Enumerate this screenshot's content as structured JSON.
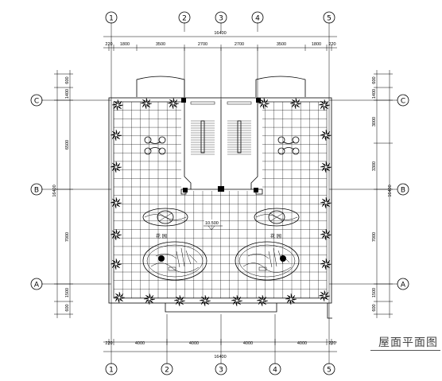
{
  "drawing": {
    "title": "屋面平面图",
    "axes_top": [
      "1",
      "2",
      "3",
      "4",
      "5"
    ],
    "axes_bottom": [
      "1",
      "2",
      "3",
      "4",
      "5"
    ],
    "axes_left": [
      "C",
      "B",
      "A"
    ],
    "axes_right": [
      "C",
      "B",
      "A"
    ],
    "dims_top_total": "16400",
    "dims_top": [
      "220",
      "1800",
      "3500",
      "2700",
      "2700",
      "3500",
      "1800",
      "220"
    ],
    "dims_bottom_total": "16400",
    "dims_bottom": [
      "220",
      "4000",
      "4000",
      "4000",
      "4000",
      "220"
    ],
    "dims_left_total": "16400",
    "dims_left": [
      "600",
      "1400",
      "6500",
      "7000",
      "1500",
      "600"
    ],
    "dims_right_total": "16400",
    "dims_right": [
      "600",
      "1400",
      "3000",
      "3300",
      "7000",
      "1500",
      "600"
    ],
    "elevation": "10.500",
    "garden_left": "花 园",
    "garden_right": "花 园"
  }
}
